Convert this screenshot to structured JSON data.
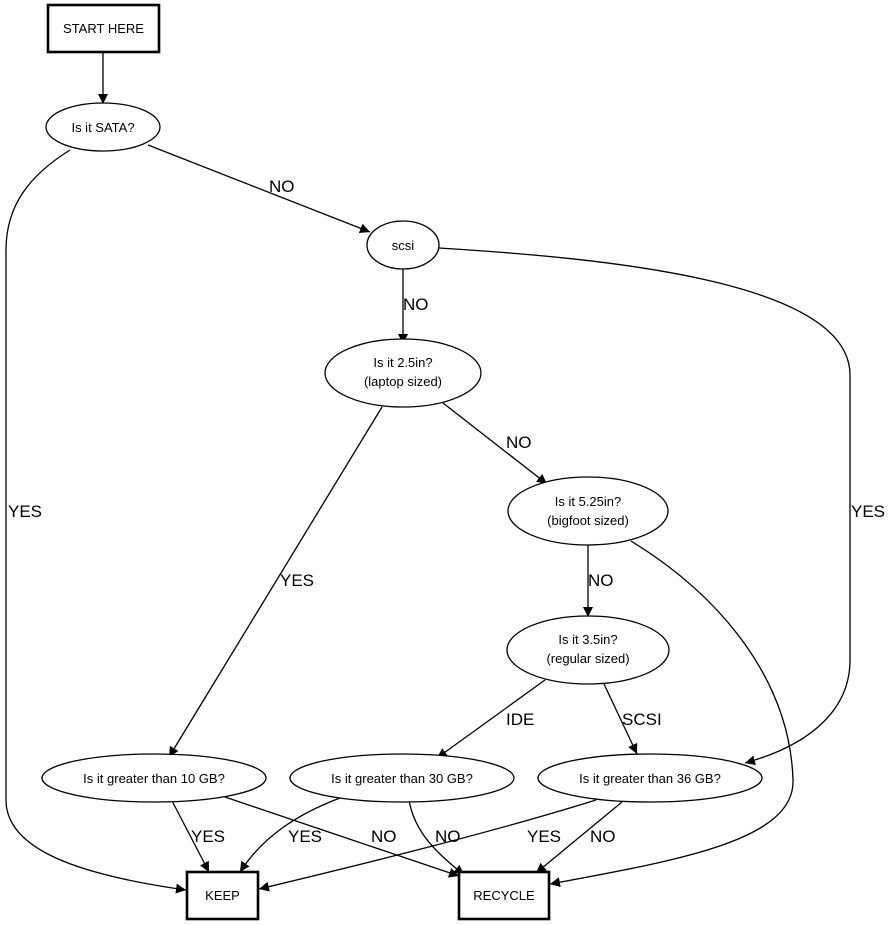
{
  "diagram": {
    "title": "Hard drive keep-or-recycle flowchart",
    "nodes": [
      {
        "id": "start",
        "shape": "box",
        "lines": [
          "START HERE"
        ]
      },
      {
        "id": "sata",
        "shape": "ellipse",
        "lines": [
          "Is it SATA?"
        ]
      },
      {
        "id": "scsi",
        "shape": "ellipse",
        "lines": [
          "scsi"
        ]
      },
      {
        "id": "s25",
        "shape": "ellipse",
        "lines": [
          "Is it 2.5in?",
          "(laptop sized)"
        ]
      },
      {
        "id": "s525",
        "shape": "ellipse",
        "lines": [
          "Is it 5.25in?",
          "(bigfoot sized)"
        ]
      },
      {
        "id": "s35",
        "shape": "ellipse",
        "lines": [
          "Is it 3.5in?",
          "(regular sized)"
        ]
      },
      {
        "id": "g10",
        "shape": "ellipse",
        "lines": [
          "Is it greater than 10 GB?"
        ]
      },
      {
        "id": "g30",
        "shape": "ellipse",
        "lines": [
          "Is it greater than 30 GB?"
        ]
      },
      {
        "id": "g36",
        "shape": "ellipse",
        "lines": [
          "Is it greater than 36 GB?"
        ]
      },
      {
        "id": "keep",
        "shape": "box",
        "lines": [
          "KEEP"
        ]
      },
      {
        "id": "recycle",
        "shape": "box",
        "lines": [
          "RECYCLE"
        ]
      }
    ],
    "edges": [
      {
        "id": "start-sata",
        "from": "start",
        "to": "sata",
        "label": ""
      },
      {
        "id": "sata-scsi",
        "from": "sata",
        "to": "scsi",
        "label": "NO"
      },
      {
        "id": "sata-keep",
        "from": "sata",
        "to": "keep",
        "label": "YES"
      },
      {
        "id": "scsi-s25",
        "from": "scsi",
        "to": "s25",
        "label": "NO"
      },
      {
        "id": "scsi-g36",
        "from": "scsi",
        "to": "g36",
        "label": "YES"
      },
      {
        "id": "s25-s525",
        "from": "s25",
        "to": "s525",
        "label": "NO"
      },
      {
        "id": "s25-g10",
        "from": "s25",
        "to": "g10",
        "label": "YES"
      },
      {
        "id": "s525-s35",
        "from": "s525",
        "to": "s35",
        "label": "NO"
      },
      {
        "id": "s525-recycle",
        "from": "s525",
        "to": "recycle",
        "label": ""
      },
      {
        "id": "s35-g30",
        "from": "s35",
        "to": "g30",
        "label": "IDE"
      },
      {
        "id": "s35-g36",
        "from": "s35",
        "to": "g36",
        "label": "SCSI"
      },
      {
        "id": "g10-keep",
        "from": "g10",
        "to": "keep",
        "label": "YES"
      },
      {
        "id": "g10-recycle",
        "from": "g10",
        "to": "recycle",
        "label": "NO"
      },
      {
        "id": "g30-keep",
        "from": "g30",
        "to": "keep",
        "label": "YES"
      },
      {
        "id": "g30-recycle",
        "from": "g30",
        "to": "recycle",
        "label": "NO"
      },
      {
        "id": "g36-keep",
        "from": "g36",
        "to": "keep",
        "label": "YES"
      },
      {
        "id": "g36-recycle",
        "from": "g36",
        "to": "recycle",
        "label": "NO"
      }
    ]
  }
}
